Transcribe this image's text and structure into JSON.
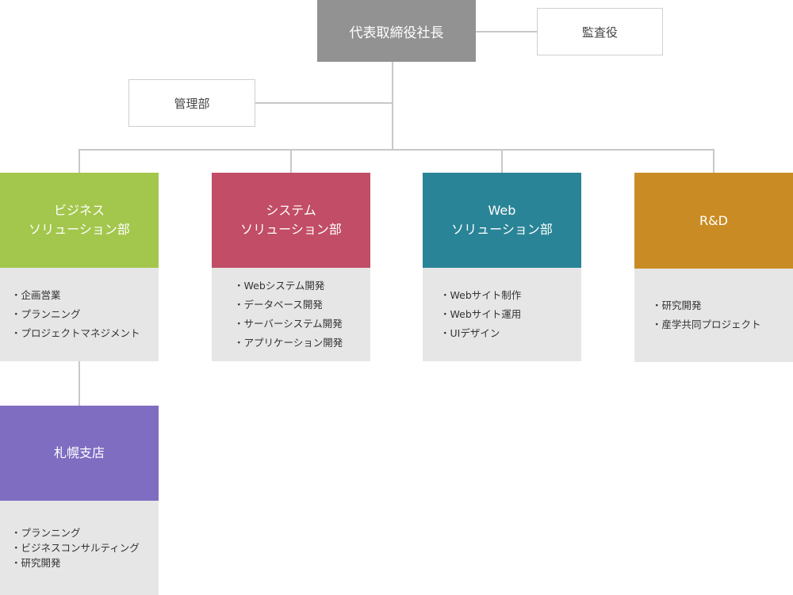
{
  "top": {
    "ceo": "代表取締役社長",
    "auditor": "監査役",
    "management": "管理部"
  },
  "departments": [
    {
      "title_lines": [
        "ビジネス",
        "ソリューション部"
      ],
      "color": "#a3c64d",
      "items": [
        "企画営業",
        "プランニング",
        "プロジェクトマネジメント"
      ]
    },
    {
      "title_lines": [
        "システム",
        "ソリューション部"
      ],
      "color": "#c24d66",
      "items": [
        "Webシステム開発",
        "データベース開発",
        "サーバーシステム開発",
        "アプリケーション開発"
      ]
    },
    {
      "title_lines": [
        "Web",
        "ソリューション部"
      ],
      "color": "#2a8497",
      "items": [
        "Webサイト制作",
        "Webサイト運用",
        "UIデザイン"
      ]
    },
    {
      "title_lines": [
        "R&D"
      ],
      "color": "#c98c24",
      "items": [
        "研究開発",
        "産学共同プロジェクト"
      ]
    }
  ],
  "branch": {
    "title": "札幌支店",
    "color": "#7e6dc1",
    "items": [
      "プランニング",
      "ビジネスコンサルティング",
      "研究開発"
    ]
  }
}
